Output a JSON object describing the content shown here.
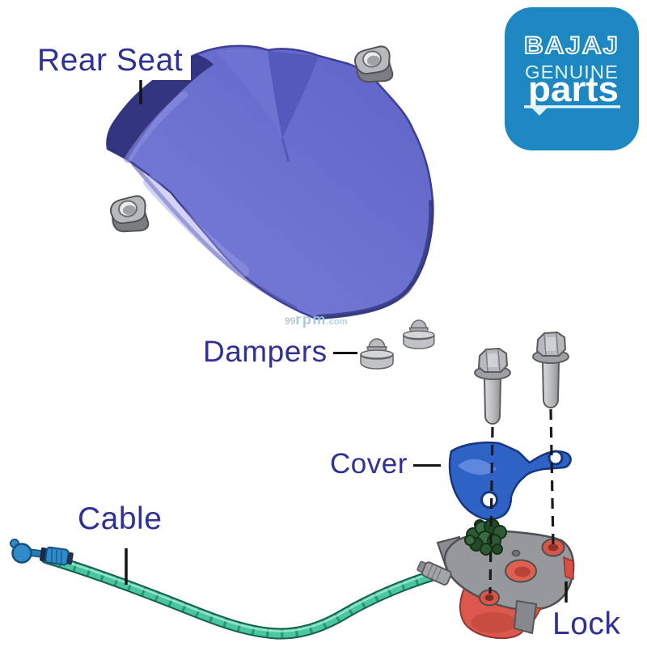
{
  "labels": {
    "rear_seat": "Rear Seat",
    "dampers": "Dampers",
    "cover": "Cover",
    "cable": "Cable",
    "lock": "Lock"
  },
  "watermark": {
    "small_prefix": "99",
    "brand": "rpm",
    "tld": ".com"
  },
  "logo": {
    "brand": "BAJAJ",
    "subtitle": "GENUINE",
    "product": "parts"
  },
  "colors": {
    "label_text": "#2f3195",
    "leader_line": "#141414",
    "dash_line": "#1a1a1a",
    "logo_bg": "#1d87c1",
    "logo_text": "#ffffff",
    "logo_subtext": "#ddf2f9",
    "seat_blue_light": "#7b7fd9",
    "seat_blue_dark": "#5e63c6",
    "seat_rim": "#2c2f74",
    "cover_blue": "#2e62c4",
    "lock_gray": "#97989c",
    "lock_red": "#dd584c",
    "spring_green": "#2e5a32",
    "cable_teal": "#49c79e",
    "cable_dark": "#15604f",
    "cable_end_blue": "#2f8cc9",
    "hardware_gray": "#b7b9bc",
    "watermark_text": "#9fc6dc"
  }
}
